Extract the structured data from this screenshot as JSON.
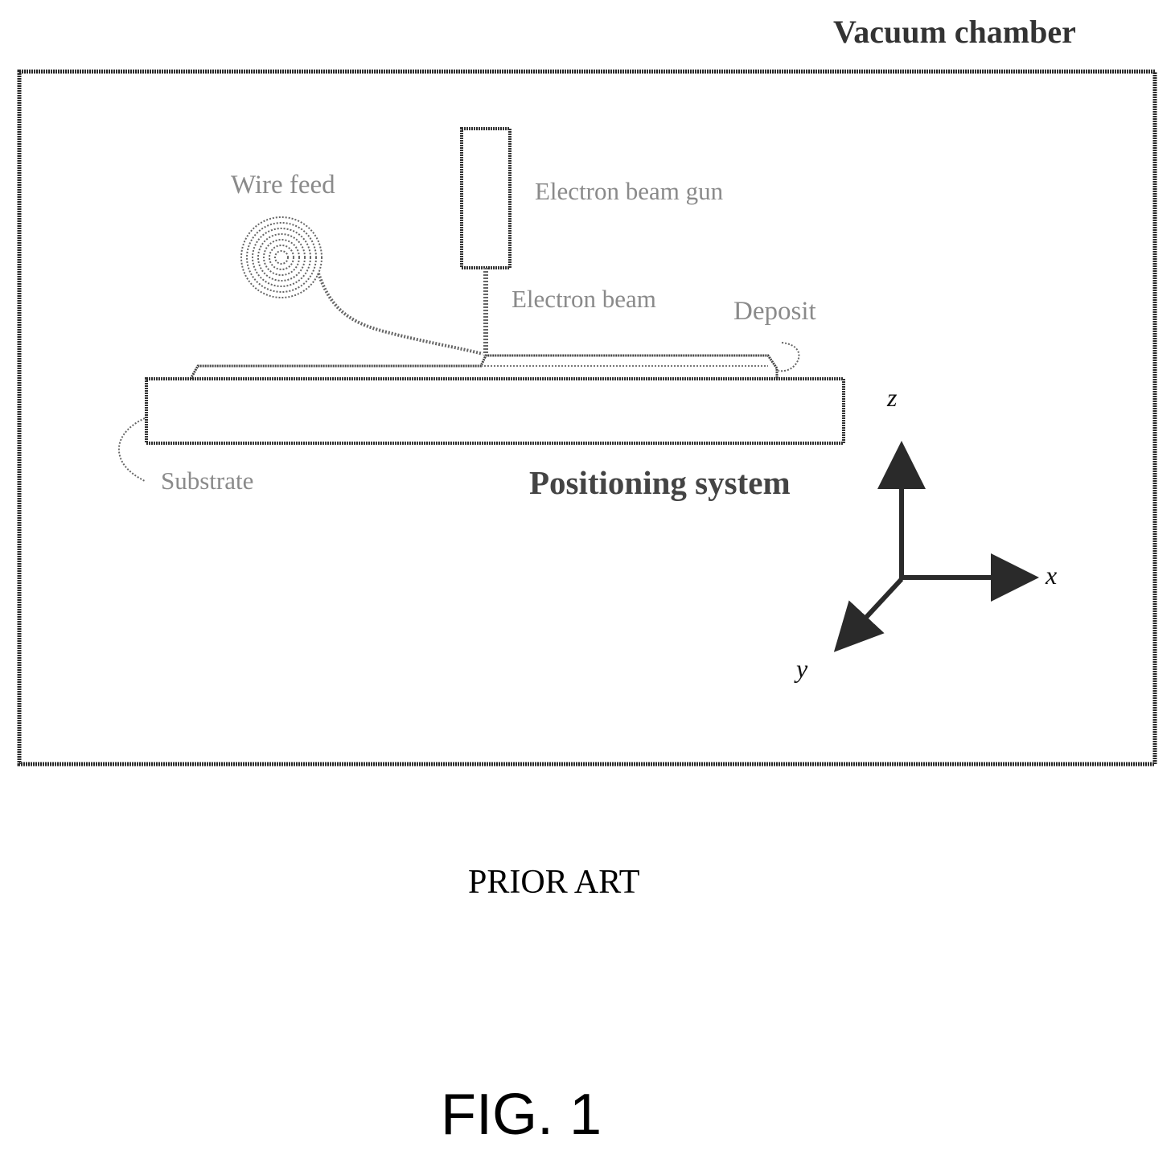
{
  "labels": {
    "chamber": "Vacuum chamber",
    "wire_feed": "Wire feed",
    "gun": "Electron beam gun",
    "beam": "Electron beam",
    "deposit": "Deposit",
    "substrate": "Substrate",
    "positioning": "Positioning system",
    "axis_z": "z",
    "axis_x": "x",
    "axis_y": "y"
  },
  "caption": {
    "prior_art": "PRIOR ART",
    "figure": "FIG. 1"
  },
  "colors": {
    "line": "#2a2a2a",
    "dotted": "#555555",
    "text": "#111111",
    "gray_text": "#8a8a8a"
  }
}
